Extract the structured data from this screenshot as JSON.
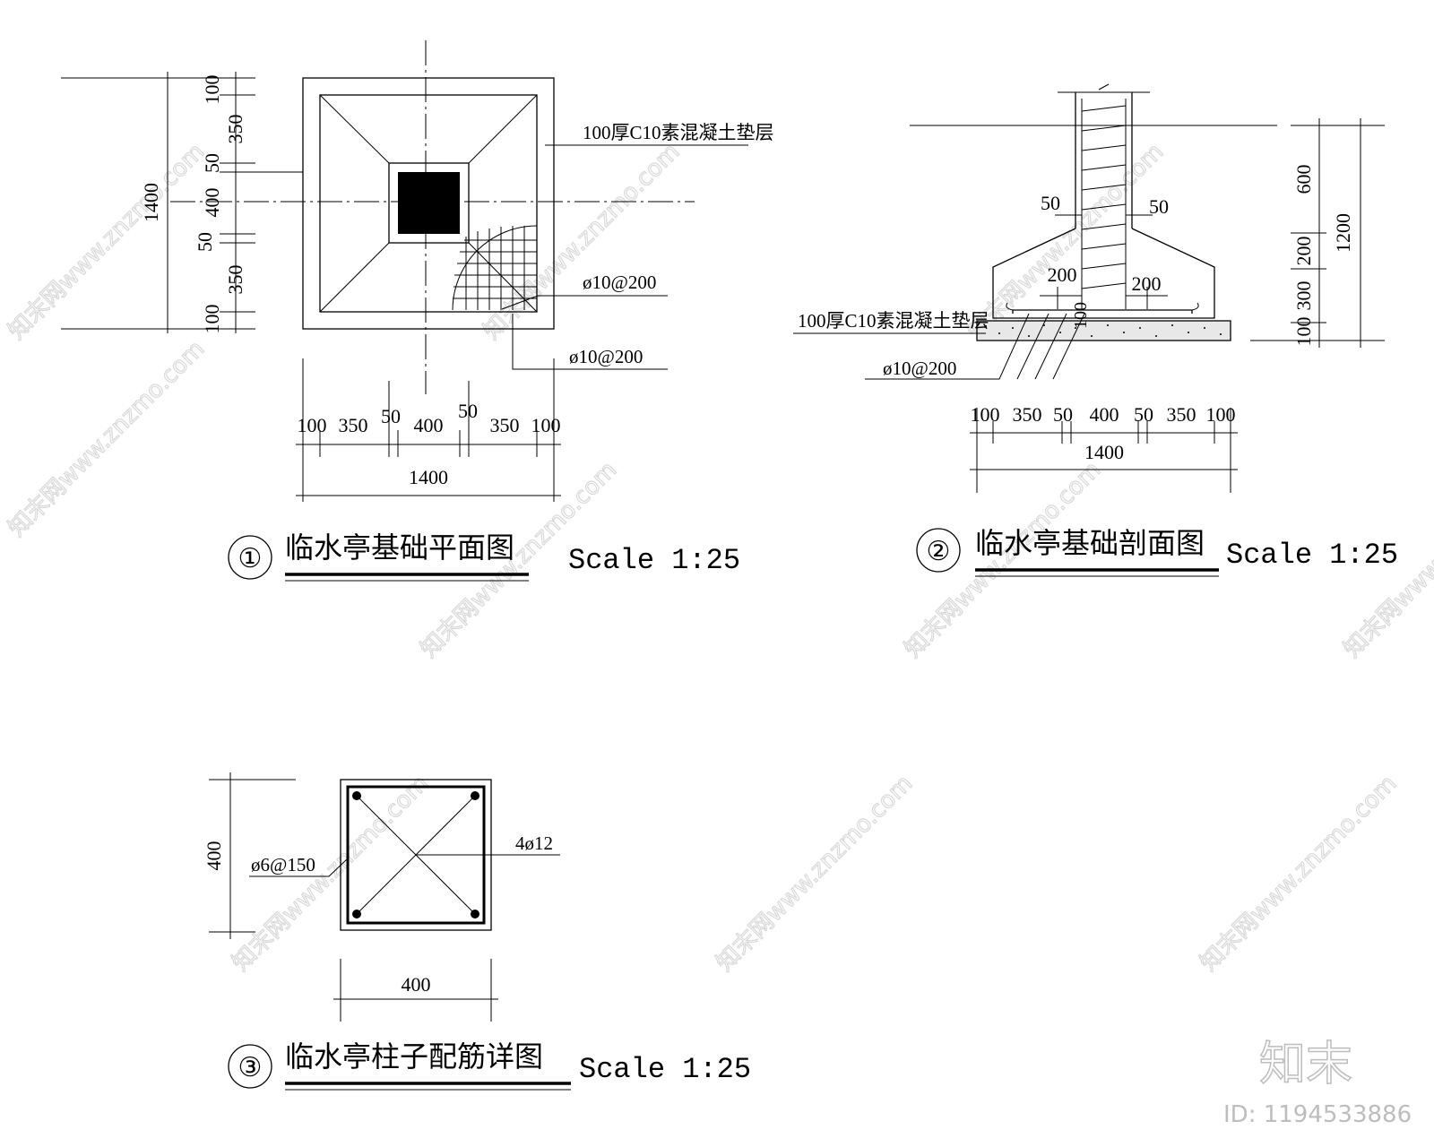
{
  "watermark": {
    "text": "知末网www.znzmo.com",
    "logo": "知末",
    "id": "ID: 1194533886"
  },
  "plan": {
    "number": "①",
    "title": "临水亭基础平面图",
    "scale": "Scale 1:25",
    "left_dims": [
      "100",
      "350",
      "50",
      "400",
      "50",
      "350",
      "100"
    ],
    "left_total": "1400",
    "bottom_dims": [
      "100",
      "350",
      "50",
      "400",
      "50",
      "350",
      "100"
    ],
    "bottom_total": "1400",
    "note_cushion": "100厚C10素混凝土垫层",
    "note_rebar_1": "ø10@200",
    "note_rebar_2": "ø10@200"
  },
  "section": {
    "number": "②",
    "title": "临水亭基础剖面图",
    "scale": "Scale 1:25",
    "col_dims": [
      "50",
      "50"
    ],
    "dim_200_left": "200",
    "dim_200_right": "200",
    "dim_100_center": "100",
    "note_cushion": "100厚C10素混凝土垫层",
    "note_rebar": "ø10@200",
    "bottom_dims": [
      "100",
      "350",
      "50",
      "400",
      "50",
      "350",
      "100"
    ],
    "bottom_total": "1400",
    "right_dims": [
      "600",
      "200",
      "300",
      "100"
    ],
    "right_total": "1200"
  },
  "column": {
    "number": "③",
    "title": "临水亭柱子配筋详图",
    "scale": "Scale 1:25",
    "left_dim": "400",
    "bottom_dim": "400",
    "note_stirrup": "ø6@150",
    "note_bars": "4ø12"
  }
}
